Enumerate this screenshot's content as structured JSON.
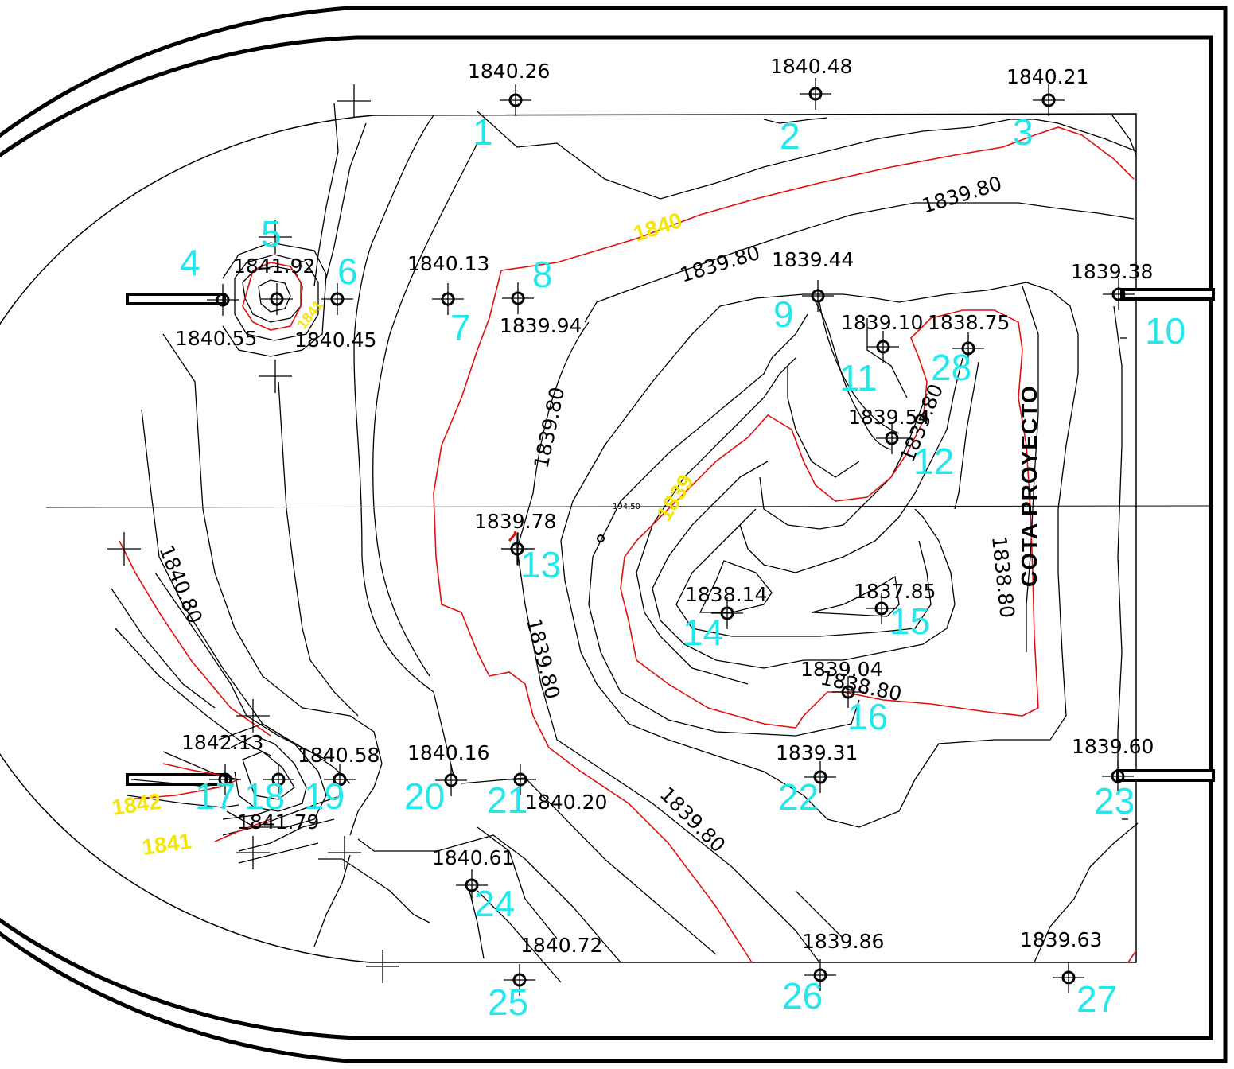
{
  "title": "COTA PROYECTO",
  "axis_mark": "194,50",
  "points": [
    {
      "id": "1",
      "elev": "1840.26"
    },
    {
      "id": "2",
      "elev": "1840.48"
    },
    {
      "id": "3",
      "elev": "1840.21"
    },
    {
      "id": "4",
      "elev": "1840.55"
    },
    {
      "id": "5",
      "elev": "1841.92"
    },
    {
      "id": "6",
      "elev": "1840.45"
    },
    {
      "id": "7",
      "elev": "1840.13"
    },
    {
      "id": "8",
      "elev": "1839.94"
    },
    {
      "id": "9",
      "elev": "1839.44"
    },
    {
      "id": "10",
      "elev": "1839.38"
    },
    {
      "id": "11",
      "elev": "1839.10"
    },
    {
      "id": "12",
      "elev": "1839.54"
    },
    {
      "id": "13",
      "elev": "1839.78"
    },
    {
      "id": "14",
      "elev": "1838.14"
    },
    {
      "id": "15",
      "elev": "1837.85"
    },
    {
      "id": "16",
      "elev": "1839.04"
    },
    {
      "id": "17",
      "elev": "1842.13"
    },
    {
      "id": "18",
      "elev": "1841.79"
    },
    {
      "id": "19",
      "elev": "1840.58"
    },
    {
      "id": "20",
      "elev": "1840.16"
    },
    {
      "id": "21",
      "elev": "1840.20"
    },
    {
      "id": "22",
      "elev": "1839.31"
    },
    {
      "id": "23",
      "elev": "1839.60"
    },
    {
      "id": "24",
      "elev": "1840.61"
    },
    {
      "id": "25",
      "elev": "1840.72"
    },
    {
      "id": "26",
      "elev": "1839.86"
    },
    {
      "id": "27",
      "elev": "1839.63"
    },
    {
      "id": "28",
      "elev": "1838.75"
    }
  ],
  "contour_labels": {
    "c1839_80_top_right": "1839.80",
    "c1839_80_top_mid": "1839.80",
    "c1839_80_left": "1839.80",
    "c1839_80_lower_left": "1839.80",
    "c1839_80_bottom": "1839.80",
    "c1840_80_left": "1840.80",
    "c1839_80_right": "1839.80",
    "c1838_80_right": "1838.80",
    "c1838_80_center": "1838.80"
  },
  "major_labels": {
    "m1840": "1840",
    "m1839": "1839",
    "m1842": "1842",
    "m1841": "1841",
    "m1841_small": "1841"
  }
}
